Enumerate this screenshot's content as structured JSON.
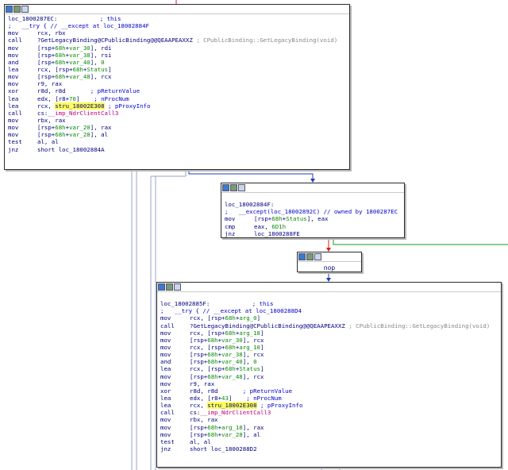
{
  "node1": {
    "lines": [
      [
        {
          "t": "loc_1800287EC:",
          "c": "lbl"
        },
        {
          "t": "            ; this",
          "c": "cmt"
        }
      ],
      [
        {
          "t": ";   __try { // __except at loc_18002884F",
          "c": "cmt"
        }
      ],
      [
        {
          "m": "mov"
        },
        {
          "t": "rcx, rbx",
          "c": "reg"
        }
      ],
      [
        {
          "m": "call"
        },
        {
          "t": "?GetLegacyBinding@CPublicBinding@@QEAAPEAXXZ",
          "c": "reg"
        },
        {
          "t": " ; CPublicBinding::GetLegacyBinding(void)",
          "c": "cm"
        }
      ],
      [
        {
          "m": "mov"
        },
        {
          "t": "[rsp+",
          "c": "reg"
        },
        {
          "t": "68h",
          "c": "num"
        },
        {
          "t": "+",
          "c": "reg"
        },
        {
          "t": "var_30",
          "c": "var"
        },
        {
          "t": "], rdi",
          "c": "reg"
        }
      ],
      [
        {
          "m": "mov"
        },
        {
          "t": "[rsp+",
          "c": "reg"
        },
        {
          "t": "68h",
          "c": "num"
        },
        {
          "t": "+",
          "c": "reg"
        },
        {
          "t": "var_38",
          "c": "var"
        },
        {
          "t": "], rsi",
          "c": "reg"
        }
      ],
      [
        {
          "m": "and"
        },
        {
          "t": "[rsp+",
          "c": "reg"
        },
        {
          "t": "68h",
          "c": "num"
        },
        {
          "t": "+",
          "c": "reg"
        },
        {
          "t": "var_40",
          "c": "var"
        },
        {
          "t": "], ",
          "c": "reg"
        },
        {
          "t": "0",
          "c": "num"
        }
      ],
      [
        {
          "m": "lea"
        },
        {
          "t": "rcx, [rsp+",
          "c": "reg"
        },
        {
          "t": "68h",
          "c": "num"
        },
        {
          "t": "+",
          "c": "reg"
        },
        {
          "t": "Status",
          "c": "var"
        },
        {
          "t": "]",
          "c": "reg"
        }
      ],
      [
        {
          "m": "mov"
        },
        {
          "t": "[rsp+",
          "c": "reg"
        },
        {
          "t": "68h",
          "c": "num"
        },
        {
          "t": "+",
          "c": "reg"
        },
        {
          "t": "var_48",
          "c": "var"
        },
        {
          "t": "], rcx",
          "c": "reg"
        }
      ],
      [
        {
          "m": "mov"
        },
        {
          "t": "r9, rax",
          "c": "reg"
        }
      ],
      [
        {
          "m": "xor"
        },
        {
          "t": "r8d, r8d",
          "c": "reg"
        },
        {
          "t": "       ; pReturnValue",
          "c": "cmt"
        }
      ],
      [
        {
          "m": "lea"
        },
        {
          "t": "edx, [r8+",
          "c": "reg"
        },
        {
          "t": "70",
          "c": "num"
        },
        {
          "t": "]",
          "c": "reg"
        },
        {
          "t": "    ; nProcNum",
          "c": "cmt"
        }
      ],
      [
        {
          "m": "lea"
        },
        {
          "t": "rcx, ",
          "c": "reg"
        },
        {
          "t": "stru_18002E308",
          "c": "hl"
        },
        {
          "t": " ; pProxyInfo",
          "c": "cmt"
        }
      ],
      [
        {
          "m": "call"
        },
        {
          "t": "cs:",
          "c": "reg"
        },
        {
          "t": "__imp_NdrClientCall3",
          "c": "nm"
        }
      ],
      [
        {
          "m": "mov"
        },
        {
          "t": "rbx, rax",
          "c": "reg"
        }
      ],
      [
        {
          "m": "mov"
        },
        {
          "t": "[rsp+",
          "c": "reg"
        },
        {
          "t": "68h",
          "c": "num"
        },
        {
          "t": "+",
          "c": "reg"
        },
        {
          "t": "var_20",
          "c": "var"
        },
        {
          "t": "], rax",
          "c": "reg"
        }
      ],
      [
        {
          "m": "mov"
        },
        {
          "t": "[rsp+",
          "c": "reg"
        },
        {
          "t": "68h",
          "c": "num"
        },
        {
          "t": "+",
          "c": "reg"
        },
        {
          "t": "var_28",
          "c": "var"
        },
        {
          "t": "], al",
          "c": "reg"
        }
      ],
      [
        {
          "m": "test"
        },
        {
          "t": "al, al",
          "c": "reg"
        }
      ],
      [
        {
          "m": "jnz"
        },
        {
          "t": "short loc_18002884A",
          "c": "reg"
        }
      ]
    ]
  },
  "node2": {
    "lines": [
      [
        {
          "t": "",
          "c": "reg"
        }
      ],
      [
        {
          "t": "loc_18002884F:",
          "c": "lbl"
        }
      ],
      [
        {
          "t": ";   __except(loc_18002892C) // owned by 1800287EC",
          "c": "cmt"
        }
      ],
      [
        {
          "m": "mov"
        },
        {
          "t": "[rsp+",
          "c": "reg"
        },
        {
          "t": "68h",
          "c": "num"
        },
        {
          "t": "+",
          "c": "reg"
        },
        {
          "t": "Status",
          "c": "var"
        },
        {
          "t": "], eax",
          "c": "reg"
        }
      ],
      [
        {
          "m": "cmp"
        },
        {
          "t": "eax, ",
          "c": "reg"
        },
        {
          "t": "6D1h",
          "c": "num"
        }
      ],
      [
        {
          "m": "jnz"
        },
        {
          "t": "loc_1800288FE",
          "c": "reg"
        }
      ]
    ]
  },
  "node3": {
    "text": "nop"
  },
  "node4": {
    "lines": [
      [
        {
          "t": "",
          "c": "reg"
        }
      ],
      [
        {
          "t": "loc_18002885F:",
          "c": "lbl"
        },
        {
          "t": "            ; this",
          "c": "cmt"
        }
      ],
      [
        {
          "t": ";   __try { // __except at loc_1800288D4",
          "c": "cmt"
        }
      ],
      [
        {
          "m": "mov"
        },
        {
          "t": "rcx, [rsp+",
          "c": "reg"
        },
        {
          "t": "68h",
          "c": "num"
        },
        {
          "t": "+",
          "c": "reg"
        },
        {
          "t": "arg_0",
          "c": "var"
        },
        {
          "t": "]",
          "c": "reg"
        }
      ],
      [
        {
          "m": "call"
        },
        {
          "t": "?GetLegacyBinding@CPublicBinding@@QEAAPEAXXZ",
          "c": "reg"
        },
        {
          "t": " ; CPublicBinding::GetLegacyBinding(void)",
          "c": "cm"
        }
      ],
      [
        {
          "m": "mov"
        },
        {
          "t": "rcx, [rsp+",
          "c": "reg"
        },
        {
          "t": "68h",
          "c": "num"
        },
        {
          "t": "+",
          "c": "reg"
        },
        {
          "t": "arg_18",
          "c": "var"
        },
        {
          "t": "]",
          "c": "reg"
        }
      ],
      [
        {
          "m": "mov"
        },
        {
          "t": "[rsp+",
          "c": "reg"
        },
        {
          "t": "68h",
          "c": "num"
        },
        {
          "t": "+",
          "c": "reg"
        },
        {
          "t": "var_30",
          "c": "var"
        },
        {
          "t": "], rcx",
          "c": "reg"
        }
      ],
      [
        {
          "m": "mov"
        },
        {
          "t": "rcx, [rsp+",
          "c": "reg"
        },
        {
          "t": "68h",
          "c": "num"
        },
        {
          "t": "+",
          "c": "reg"
        },
        {
          "t": "arg_10",
          "c": "var"
        },
        {
          "t": "]",
          "c": "reg"
        }
      ],
      [
        {
          "m": "mov"
        },
        {
          "t": "[rsp+",
          "c": "reg"
        },
        {
          "t": "68h",
          "c": "num"
        },
        {
          "t": "+",
          "c": "reg"
        },
        {
          "t": "var_38",
          "c": "var"
        },
        {
          "t": "], rcx",
          "c": "reg"
        }
      ],
      [
        {
          "m": "and"
        },
        {
          "t": "[rsp+",
          "c": "reg"
        },
        {
          "t": "68h",
          "c": "num"
        },
        {
          "t": "+",
          "c": "reg"
        },
        {
          "t": "var_40",
          "c": "var"
        },
        {
          "t": "], ",
          "c": "reg"
        },
        {
          "t": "0",
          "c": "num"
        }
      ],
      [
        {
          "m": "lea"
        },
        {
          "t": "rcx, [rsp+",
          "c": "reg"
        },
        {
          "t": "68h",
          "c": "num"
        },
        {
          "t": "+",
          "c": "reg"
        },
        {
          "t": "Status",
          "c": "var"
        },
        {
          "t": "]",
          "c": "reg"
        }
      ],
      [
        {
          "m": "mov"
        },
        {
          "t": "[rsp+",
          "c": "reg"
        },
        {
          "t": "68h",
          "c": "num"
        },
        {
          "t": "+",
          "c": "reg"
        },
        {
          "t": "var_48",
          "c": "var"
        },
        {
          "t": "], rcx",
          "c": "reg"
        }
      ],
      [
        {
          "m": "mov"
        },
        {
          "t": "r9, rax",
          "c": "reg"
        }
      ],
      [
        {
          "m": "xor"
        },
        {
          "t": "r8d, r8d",
          "c": "reg"
        },
        {
          "t": "       ; pReturnValue",
          "c": "cmt"
        }
      ],
      [
        {
          "m": "lea"
        },
        {
          "t": "edx, [r8+",
          "c": "reg"
        },
        {
          "t": "43",
          "c": "num"
        },
        {
          "t": "]",
          "c": "reg"
        },
        {
          "t": "    ; nProcNum",
          "c": "cmt"
        }
      ],
      [
        {
          "m": "lea"
        },
        {
          "t": "rcx, ",
          "c": "reg"
        },
        {
          "t": "stru_18002E308",
          "c": "hl"
        },
        {
          "t": " ; pProxyInfo",
          "c": "cmt"
        }
      ],
      [
        {
          "m": "call"
        },
        {
          "t": "cs:",
          "c": "reg"
        },
        {
          "t": "__imp_NdrClientCall3",
          "c": "nm"
        }
      ],
      [
        {
          "m": "mov"
        },
        {
          "t": "rbx, rax",
          "c": "reg"
        }
      ],
      [
        {
          "m": "mov"
        },
        {
          "t": "[rsp+",
          "c": "reg"
        },
        {
          "t": "68h",
          "c": "num"
        },
        {
          "t": "+",
          "c": "reg"
        },
        {
          "t": "arg_18",
          "c": "var"
        },
        {
          "t": "], rax",
          "c": "reg"
        }
      ],
      [
        {
          "m": "mov"
        },
        {
          "t": "[rsp+",
          "c": "reg"
        },
        {
          "t": "68h",
          "c": "num"
        },
        {
          "t": "+",
          "c": "reg"
        },
        {
          "t": "var_28",
          "c": "var"
        },
        {
          "t": "], al",
          "c": "reg"
        }
      ],
      [
        {
          "m": "test"
        },
        {
          "t": "al, al",
          "c": "reg"
        }
      ],
      [
        {
          "m": "jnz"
        },
        {
          "t": "short loc_1800288D2",
          "c": "reg"
        }
      ]
    ]
  },
  "colors": {
    "edge_blue": "#1f3fb4",
    "edge_red": "#d22020",
    "edge_green": "#1a9a1a",
    "edge_gray": "#9aa6c8",
    "highlight": "#ffff55"
  }
}
